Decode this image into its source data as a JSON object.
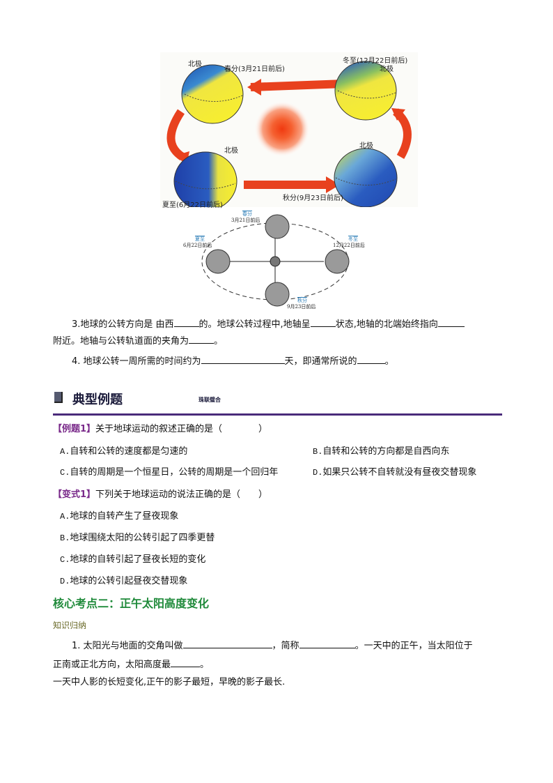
{
  "diagram1": {
    "north_pole_label": "北极",
    "spring": "春分(3月21日前后)",
    "winter": "冬至(12月22日前后)",
    "summer": "夏至(6月22日前后)",
    "autumn": "秋分(9月23日前后)"
  },
  "diagram2": {
    "spring_name": "春分",
    "spring_date": "3月21日前后",
    "summer_name": "夏至",
    "summer_date": "6月22日前后",
    "winter_name": "冬至",
    "winter_date": "12月22日前后",
    "autumn_name": "秋分",
    "autumn_date": "9月23日前后"
  },
  "q3": {
    "part1": "3.地球的公转方向是 由西",
    "part2": "的。地球公转过程中,地轴呈",
    "part3": "状态,地轴的北端始终指向",
    "part4": "附近。地轴与公转轨道面的夹角为",
    "part5": "。"
  },
  "q4": {
    "part1": "4. 地球公转一周所需的时间约为",
    "part2": "天，即通常所说的",
    "part3": "。"
  },
  "section": {
    "title": "典型例题",
    "subtitle": "珠联璧合",
    "line_color": "#4a2a7a"
  },
  "example1": {
    "tag": "【例题1】",
    "question": "关于地球运动的叙述正确的是（　　　　）",
    "options": [
      {
        "letter": "A.",
        "text": "自转和公转的速度都是匀速的"
      },
      {
        "letter": "B.",
        "text": "自转和公转的方向都是自西向东"
      },
      {
        "letter": "C.",
        "text": "自转的周期是一个恒星日，公转的周期是一个回归年"
      },
      {
        "letter": "D.",
        "text": "如果只公转不自转就没有昼夜交替现象"
      }
    ]
  },
  "variant1": {
    "tag": "【变式1】",
    "question": "下列关于地球运动的说法正确的是（　　）",
    "options": [
      {
        "letter": "A.",
        "text": "地球的自转产生了昼夜现象"
      },
      {
        "letter": "B.",
        "text": "地球围绕太阳的公转引起了四季更替"
      },
      {
        "letter": "C.",
        "text": "地球的自转引起了昼夜长短的变化"
      },
      {
        "letter": "D.",
        "text": "地球的公转引起昼夜交替现象"
      }
    ]
  },
  "core2": {
    "title": "核心考点二：正午太阳高度变化",
    "subhead": "知识归纳",
    "q1_part1": "1. 太阳光与地面的交角叫做",
    "q1_part2": "，简称",
    "q1_part3": "。一天中的正午，当太阳位于",
    "q1_part4": "正南或正北方向，太阳高度最",
    "q1_part5": "。",
    "note": "一天中人影的长短变化,正午的影子最短，早晚的影子最长."
  }
}
